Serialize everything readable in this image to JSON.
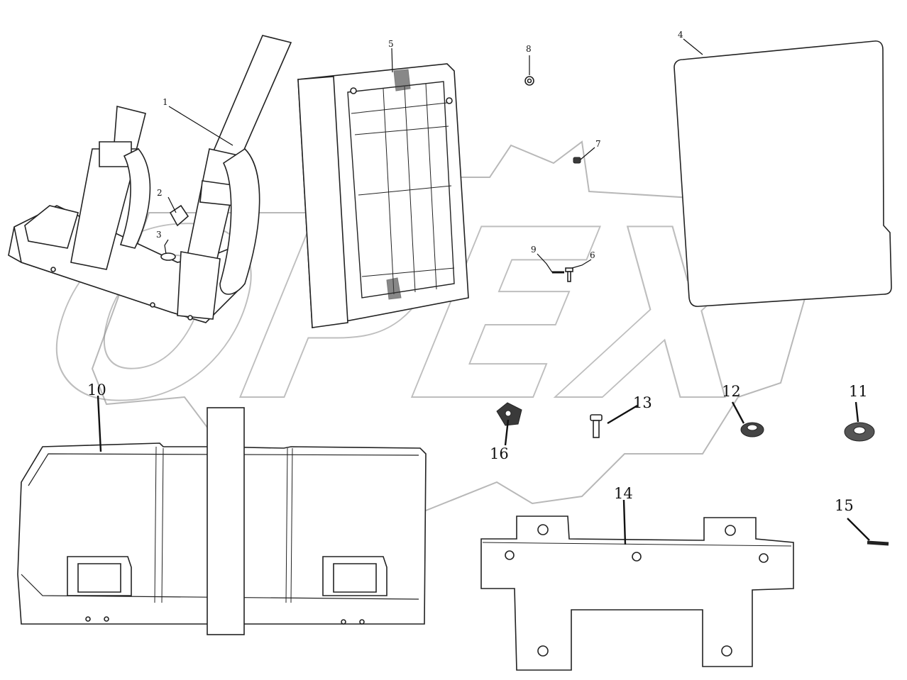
{
  "watermark": {
    "text": "OPEX"
  },
  "corner_mark": "",
  "callouts": {
    "c1": "1",
    "c2": "2",
    "c3": "3",
    "c4": "4",
    "c5": "5",
    "c6": "6",
    "c7": "7",
    "c8": "8",
    "c9": "9",
    "c10": "10",
    "c11": "11",
    "c12": "12",
    "c13": "13",
    "c14": "14",
    "c15": "15",
    "c16": "16"
  }
}
